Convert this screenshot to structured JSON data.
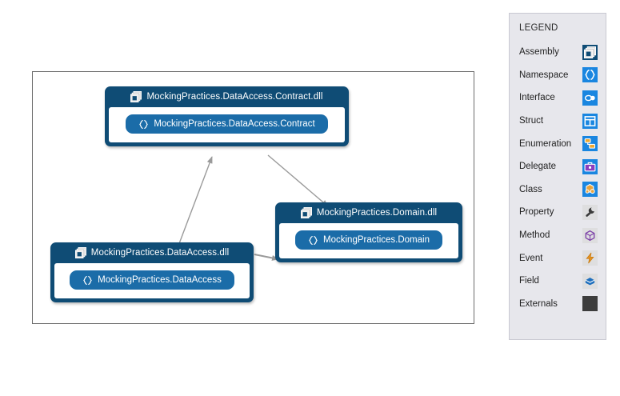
{
  "diagram": {
    "panel_name": "assembly-dependency-diagram",
    "nodes": [
      {
        "id": "contract",
        "icon": "assembly-icon",
        "title": "MockingPractices.DataAccess.Contract.dll",
        "namespace_icon": "namespace-icon",
        "namespace": "MockingPractices.DataAccess.Contract"
      },
      {
        "id": "domain",
        "icon": "assembly-icon",
        "title": "MockingPractices.Domain.dll",
        "namespace_icon": "namespace-icon",
        "namespace": "MockingPractices.Domain"
      },
      {
        "id": "dataaccess",
        "icon": "assembly-icon",
        "title": "MockingPractices.DataAccess.dll",
        "namespace_icon": "namespace-icon",
        "namespace": "MockingPractices.DataAccess"
      }
    ],
    "edges": [
      {
        "from": "dataaccess",
        "to": "contract"
      },
      {
        "from": "contract",
        "to": "domain"
      },
      {
        "from": "dataaccess",
        "to": "domain"
      }
    ]
  },
  "legend": {
    "title": "LEGEND",
    "items": [
      {
        "label": "Assembly",
        "icon": "assembly-icon",
        "swatch": "#0f4c75"
      },
      {
        "label": "Namespace",
        "icon": "namespace-icon",
        "swatch": "#1a86e0"
      },
      {
        "label": "Interface",
        "icon": "interface-icon",
        "swatch": "#1a86e0"
      },
      {
        "label": "Struct",
        "icon": "struct-icon",
        "swatch": "#1a86e0"
      },
      {
        "label": "Enumeration",
        "icon": "enumeration-icon",
        "swatch": "#1a86e0"
      },
      {
        "label": "Delegate",
        "icon": "delegate-icon",
        "swatch": "#1a86e0"
      },
      {
        "label": "Class",
        "icon": "class-icon",
        "swatch": "#1a86e0"
      },
      {
        "label": "Property",
        "icon": "property-icon",
        "swatch": "#dededf"
      },
      {
        "label": "Method",
        "icon": "method-icon",
        "swatch": "#dededf"
      },
      {
        "label": "Event",
        "icon": "event-icon",
        "swatch": "#dededf"
      },
      {
        "label": "Field",
        "icon": "field-icon",
        "swatch": "#dededf"
      },
      {
        "label": "Externals",
        "icon": "externals-icon",
        "swatch": "#3d3d3d"
      }
    ]
  },
  "colors": {
    "node_header": "#0f4c75",
    "namespace_pill": "#1b6ca8",
    "legend_bg": "#e7e7ec",
    "edge": "#9a9a9a",
    "panel_border": "#6b6b6b"
  }
}
